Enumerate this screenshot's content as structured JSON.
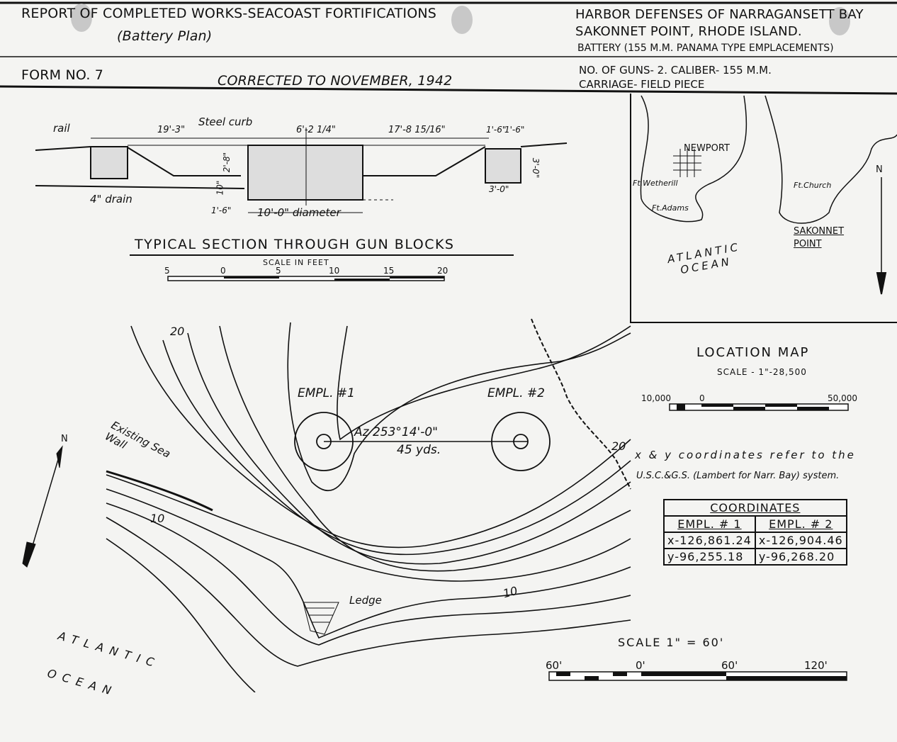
{
  "header": {
    "title": "REPORT OF COMPLETED WORKS-SEACOAST FORTIFICATIONS",
    "subtitle": "(Battery Plan)",
    "form_no": "FORM NO. 7",
    "corrected": "CORRECTED TO NOVEMBER, 1942",
    "defenses": "HARBOR DEFENSES OF NARRAGANSETT BAY",
    "location": "SAKONNET POINT, RHODE ISLAND.",
    "battery": "BATTERY (155 M.M. PANAMA TYPE EMPLACEMENTS)",
    "guns": "NO. OF GUNS- 2. CALIBER- 155 M.M.",
    "carriage": "CARRIAGE- FIELD PIECE"
  },
  "section": {
    "title": "TYPICAL SECTION THROUGH GUN BLOCKS",
    "labels": {
      "rail": "rail",
      "steel_curb": "Steel curb",
      "drain": "4\" drain",
      "dim_19_3": "19'-3\"",
      "dim_6_2": "6'-2 1/4\"",
      "dim_17_8": "17'-8 15/16\"",
      "dim_1_6a": "1'-6\"",
      "dim_1_6b": "1'-6\"",
      "dim_2_8": "2'-8\"",
      "dim_10": "10\"",
      "dim_1_6c": "1'-6\"",
      "diameter": "10'-0\" diameter",
      "dim_3_0v": "3'-0\"",
      "dim_3_0h": "3'-0\""
    },
    "scale_label": "SCALE IN FEET",
    "scale_ticks": [
      "5",
      "0",
      "5",
      "10",
      "15",
      "20"
    ]
  },
  "location_map": {
    "title": "LOCATION MAP",
    "scale": "SCALE - 1\"-28,500",
    "scale_ticks": [
      "10,000",
      "0",
      "50,000"
    ],
    "places": [
      "NEWPORT",
      "Ft.Wetherill",
      "Ft.Adams",
      "Ft.Church",
      "SAKONNET POINT",
      "ATLANTIC OCEAN"
    ],
    "north": "N"
  },
  "plan": {
    "empl1": "EMPL. #1",
    "empl2": "EMPL. #2",
    "azimuth": "Az 253°14'-0\"",
    "distance": "45 yds.",
    "sea_wall": "Existing Sea Wall",
    "ledge": "Ledge",
    "ocean": "ATLANTIC OCEAN",
    "contours": [
      "20",
      "10",
      "10",
      "20"
    ],
    "north": "N",
    "scale": "SCALE 1\" = 60'",
    "scale_ticks": [
      "60'",
      "0'",
      "60'",
      "120'"
    ]
  },
  "notes": {
    "coord_note_1": "x & y coordinates refer to the",
    "coord_note_2": "U.S.C.&G.S. (Lambert for Narr. Bay) system."
  },
  "coordinates": {
    "title": "COORDINATES",
    "headers": [
      "EMPL. # 1",
      "EMPL. # 2"
    ],
    "rows": [
      [
        "x-126,861.24",
        "x-126,904.46"
      ],
      [
        "y-96,255.18",
        "y-96,268.20"
      ]
    ]
  }
}
